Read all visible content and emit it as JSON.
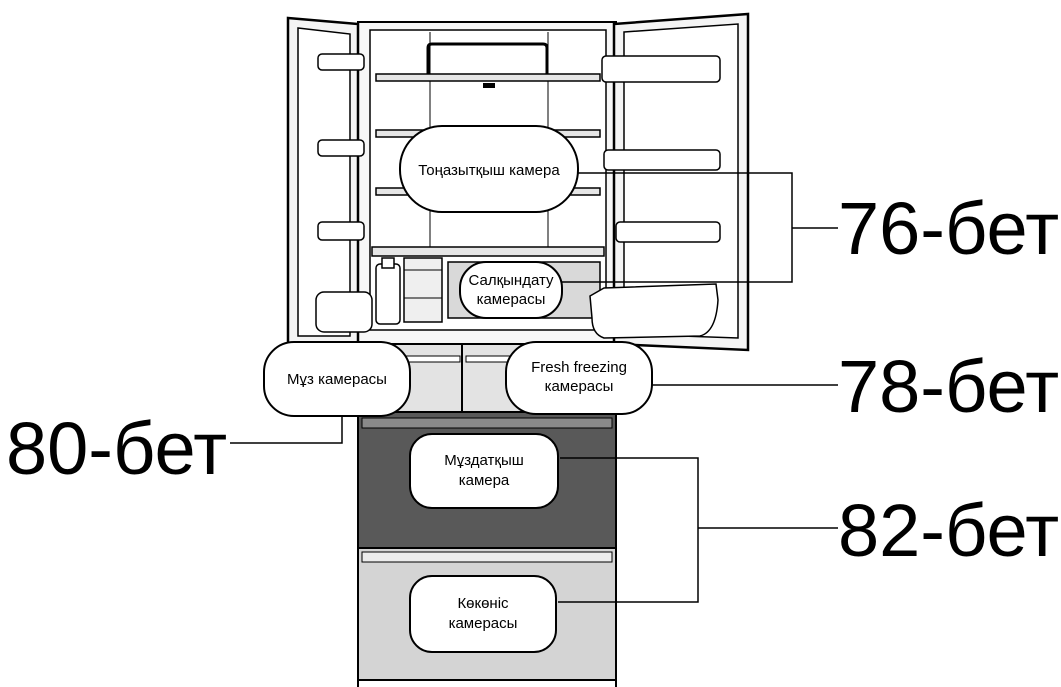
{
  "labels": {
    "fridge": "Тоңазытқыш камера",
    "chill_line1": "Салқындату",
    "chill_line2": "камерасы",
    "ice": "Мұз камерасы",
    "fresh_line1": "Fresh freezing",
    "fresh_line2": "камерасы",
    "freezer_line1": "Мұздатқыш",
    "freezer_line2": "камера",
    "veg_line1": "Көкөніс",
    "veg_line2": "камерасы"
  },
  "pages": {
    "p76": "76-бет",
    "p78": "78-бет",
    "p80": "80-бет",
    "p82": "82-бет"
  }
}
